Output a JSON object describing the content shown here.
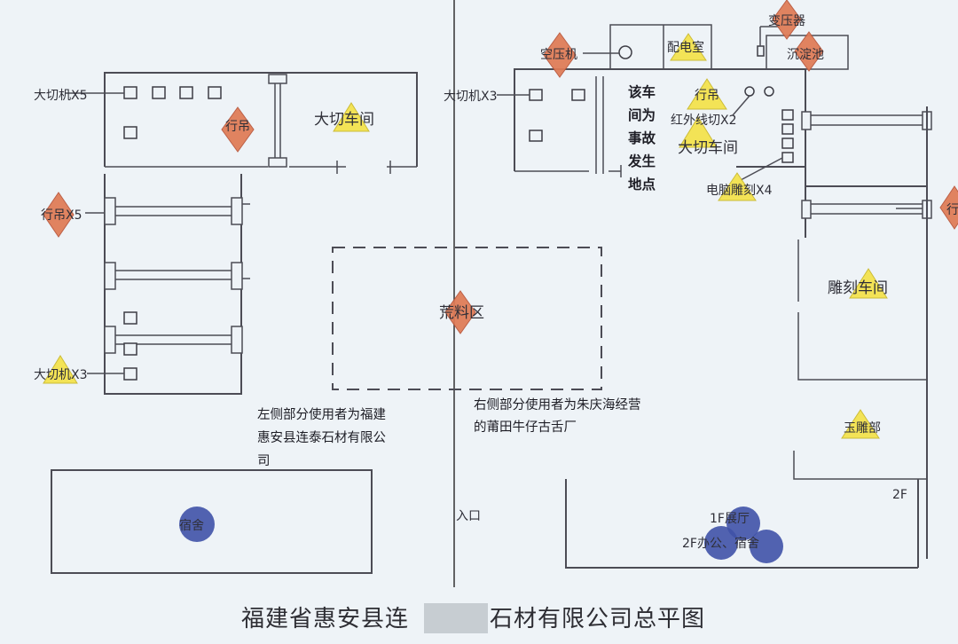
{
  "title": "福建省惠安县连泰石材有限公司总平图",
  "title_left": "福建省惠安县连",
  "title_right": "石材有限公司总平图",
  "notes": {
    "left_user": [
      "左侧部分使用者为福建",
      "惠安县连泰石材有限公",
      "司"
    ],
    "right_user": [
      "右侧部分使用者为朱庆海经营",
      "的莆田牛仔古舌厂"
    ],
    "accident_site": [
      "该车",
      "间为",
      "事故",
      "发生",
      "地点"
    ]
  },
  "left": {
    "cutters_top": "大切机X5",
    "crane_top": "行吊",
    "workshop": "大切车间",
    "crane_left": "行吊X5",
    "cutters_bottom": "大切机X3",
    "waste_area": "荒料区",
    "dorm": "宿舍"
  },
  "right": {
    "compressor": "空压机",
    "power_room": "配电室",
    "transformer": "变压器",
    "sedimentation": "沉淀池",
    "cutters": "大切机X3",
    "crane": "行吊",
    "infrared": "红外线切X2",
    "workshop": "大切车间",
    "cnc": "电脑雕刻X4",
    "crane_edge": "行吊",
    "engraving": "雕刻车间",
    "jade": "玉雕部",
    "floor_2f": "2F",
    "hall": "1F展厅",
    "office": "2F办公、宿舍"
  },
  "entrance": "入口",
  "colors": {
    "major_hazard": "#e07b55",
    "general_hazard": "#f4e24a",
    "low_hazard": "#3f52a7"
  }
}
